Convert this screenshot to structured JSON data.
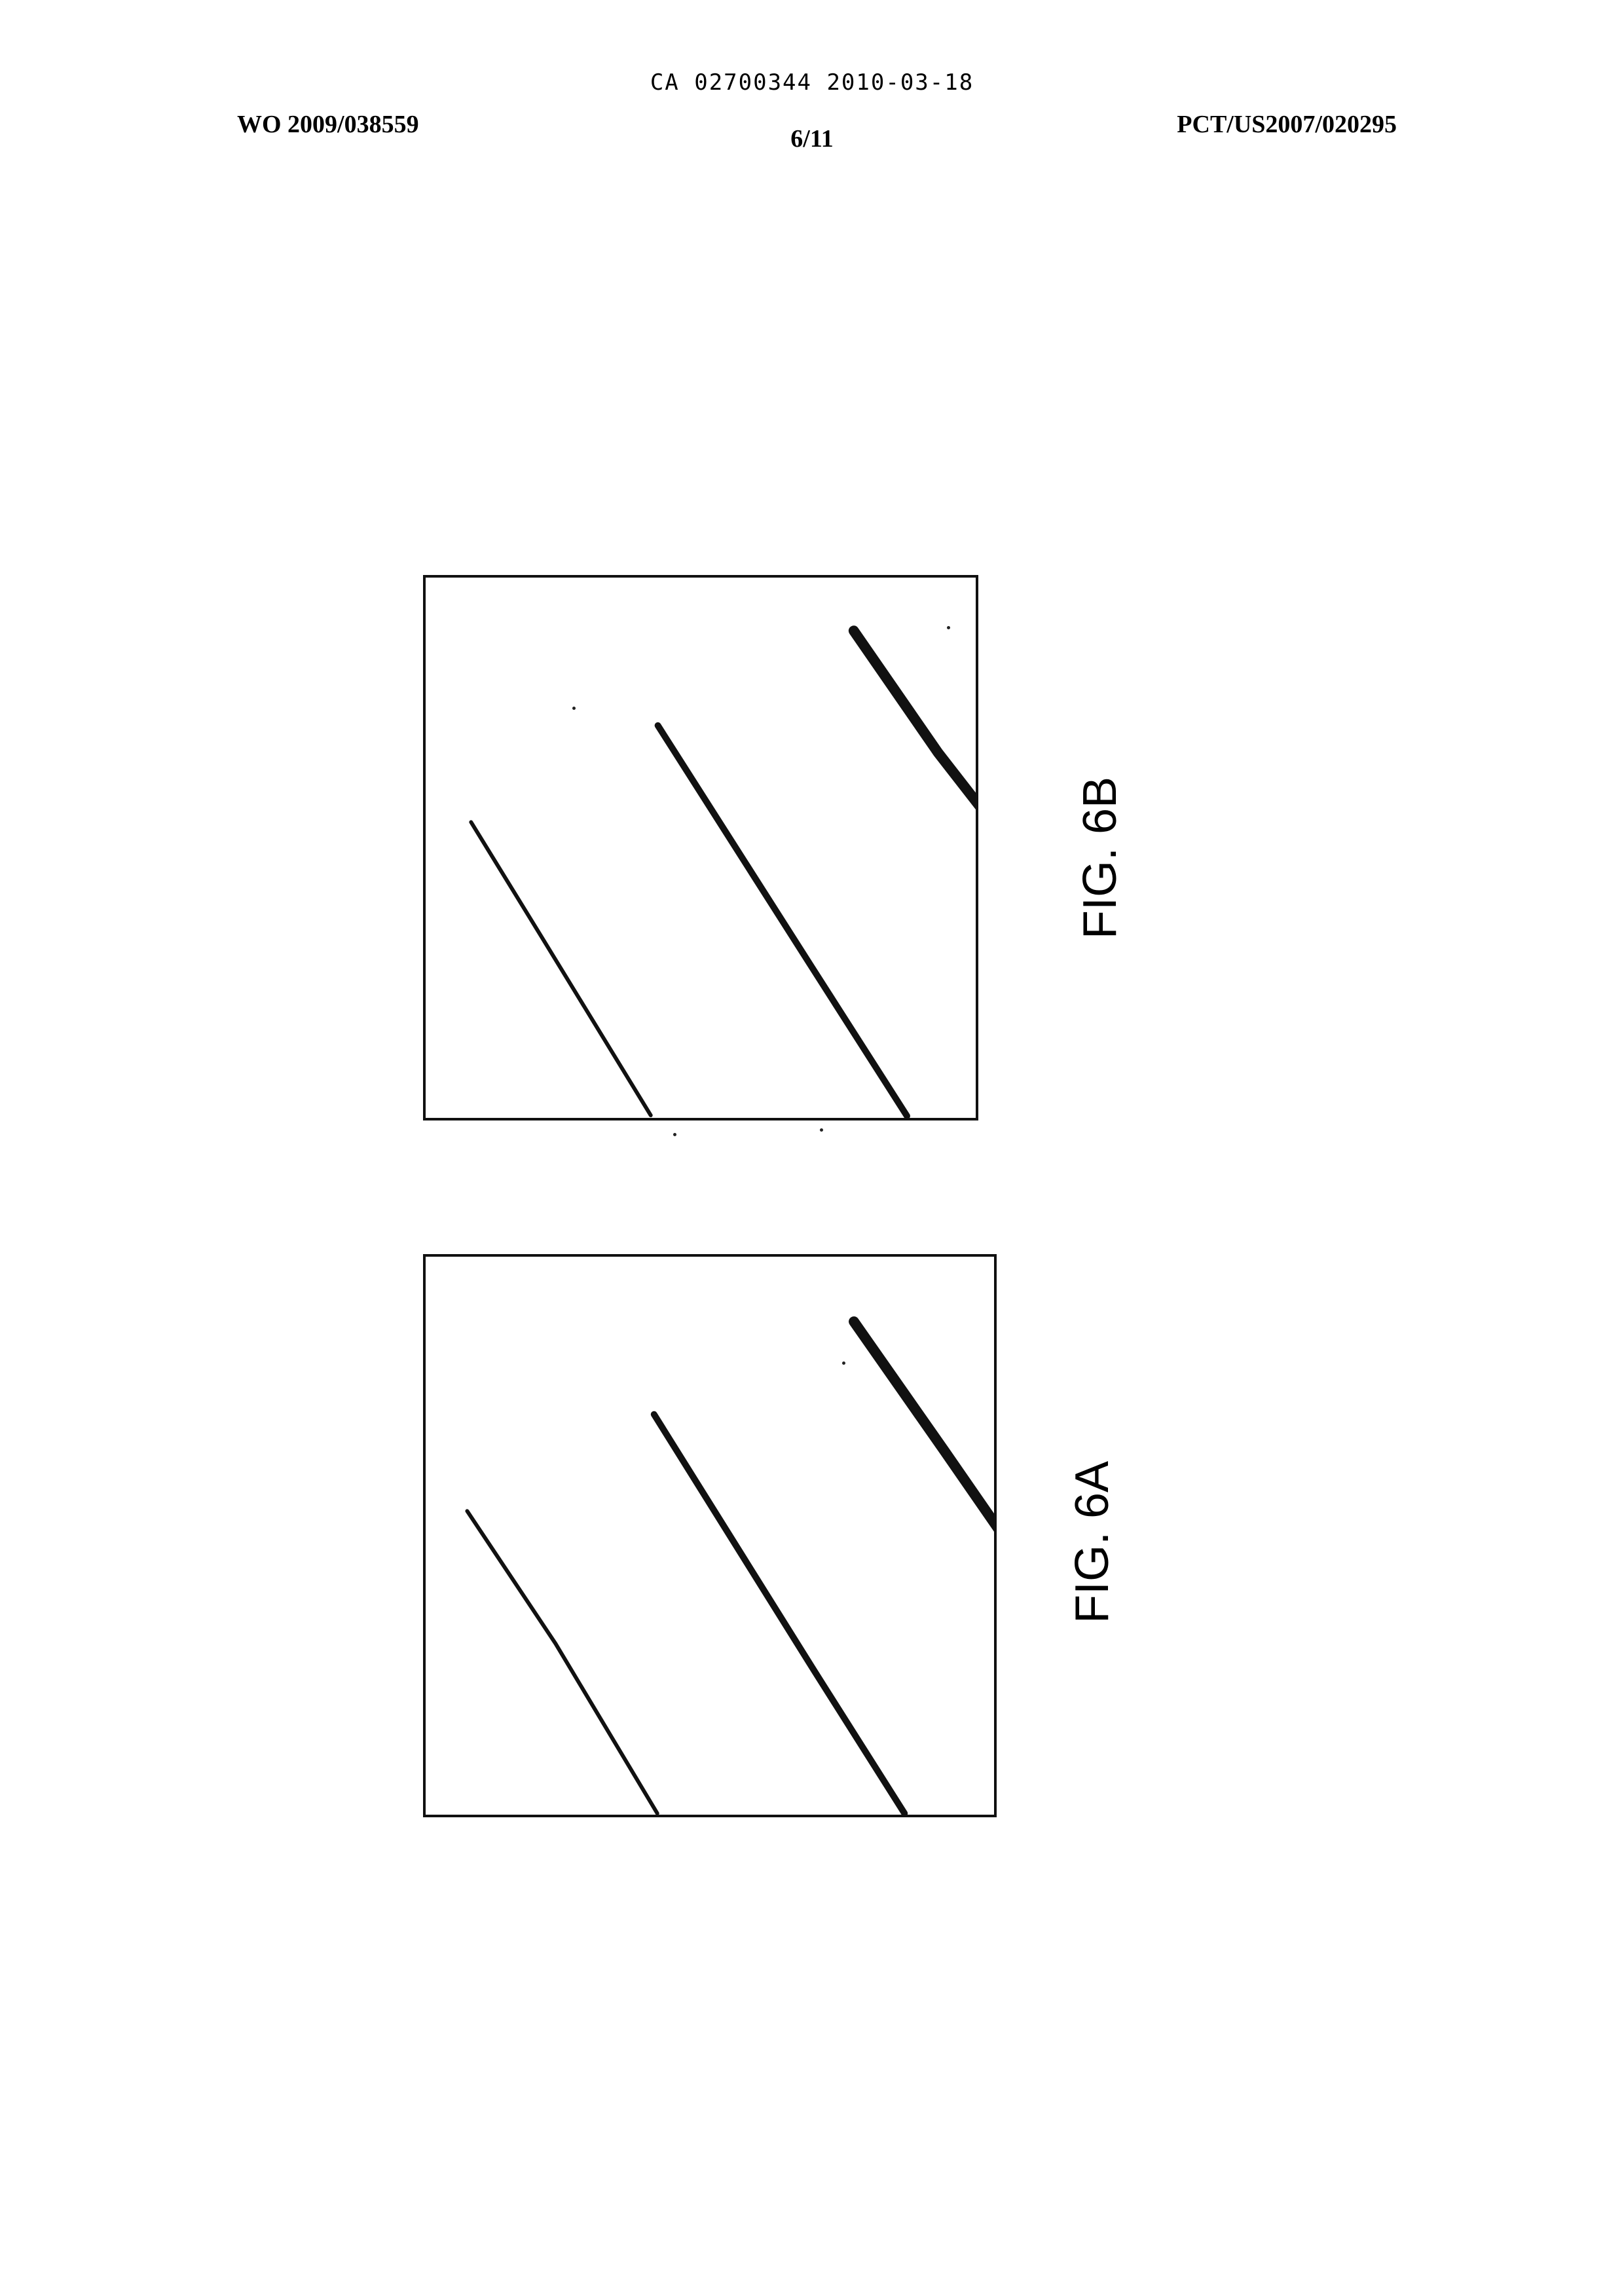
{
  "header": {
    "ca_number": "CA 02700344 2010-03-18",
    "wo_number": "WO 2009/038559",
    "sheet": "6/11",
    "pct_number": "PCT/US2007/020295"
  },
  "figures": [
    {
      "id": "6B",
      "label": "FIG. 6B",
      "line_count": 3
    },
    {
      "id": "6A",
      "label": "FIG. 6A",
      "line_count": 3
    }
  ]
}
